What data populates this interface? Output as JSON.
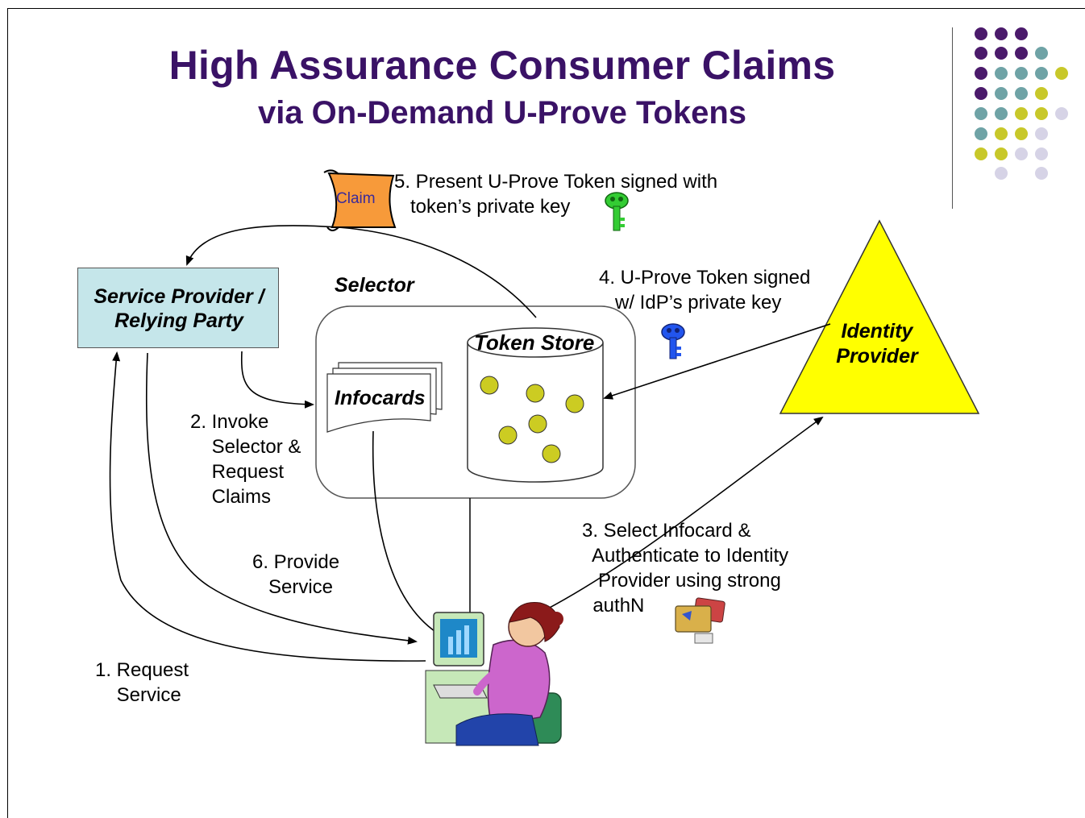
{
  "title": {
    "line1": "High Assurance Consumer Claims",
    "line2": "via On-Demand U-Prove Tokens"
  },
  "colors": {
    "title": "#3a1266",
    "sp_box_fill": "#c5e6ea",
    "idp_fill": "#ffff00",
    "token_dot": "#cccc22",
    "dot_purple": "#4b1a6b",
    "dot_teal": "#6fa3a6",
    "dot_olive": "#c8c82a",
    "dot_lavender": "#d6d3e6"
  },
  "nodes": {
    "service_provider": "Service Provider /\nRelying Party",
    "selector": "Selector",
    "infocards": "Infocards",
    "token_store": "Token Store",
    "identity_provider": "Identity\nProvider",
    "claim": "Claim"
  },
  "steps": {
    "s1": "1. Request\n    Service",
    "s2": "2. Invoke\n    Selector &\n    Request\n    Claims",
    "s3": "3. Select Infocard &\n  Authenticate to Identity\n   Provider using strong\n  authN",
    "s4": "4. U-Prove Token signed\n   w/ IdP’s private key",
    "s5": "5. Present U-Prove Token signed with\n   token’s private key",
    "s6": "6. Provide\n   Service"
  },
  "icons": {
    "claim": "scroll-icon",
    "green_key": "key-icon",
    "blue_key": "key-icon",
    "cards": "credit-cards-icon",
    "user": "user-at-computer-icon"
  }
}
